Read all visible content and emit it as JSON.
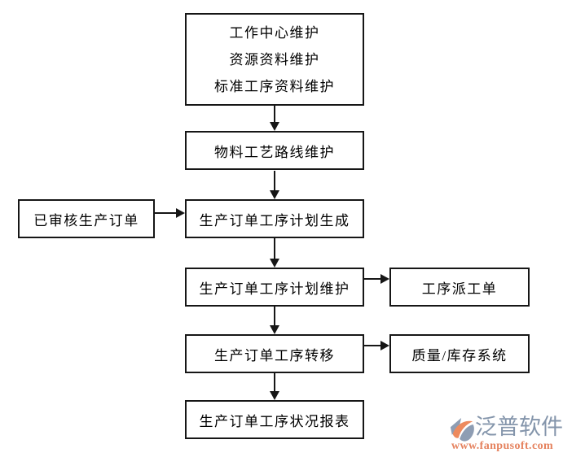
{
  "page": {
    "background_color": "#ffffff",
    "line_color": "#161616",
    "text_color": "#000000"
  },
  "boxes": {
    "master": {
      "line1": "工作中心维护",
      "line2": "资源资料维护",
      "line3": "标准工序资料维护"
    },
    "routing": {
      "label": "物料工艺路线维护"
    },
    "approved_order": {
      "label": "已审核生产订单"
    },
    "plan_generate": {
      "label": "生产订单工序计划生成"
    },
    "plan_maintain": {
      "label": "生产订单工序计划维护"
    },
    "dispatch_order": {
      "label": "工序派工单"
    },
    "process_transfer": {
      "label": "生产订单工序转移"
    },
    "quality_inventory": {
      "label": "质量/库存系统"
    },
    "status_report": {
      "label": "生产订单工序状况报表"
    }
  },
  "watermark": {
    "brand": "泛普软件",
    "url": "www.fanpusoft.com",
    "brand_color": "#8495ab",
    "url_color": "#e5825e",
    "icon": "fanpu-globe-icon",
    "icon_colors": {
      "gray_blue": "#8e9db3",
      "orange": "#ed8a5e"
    }
  }
}
